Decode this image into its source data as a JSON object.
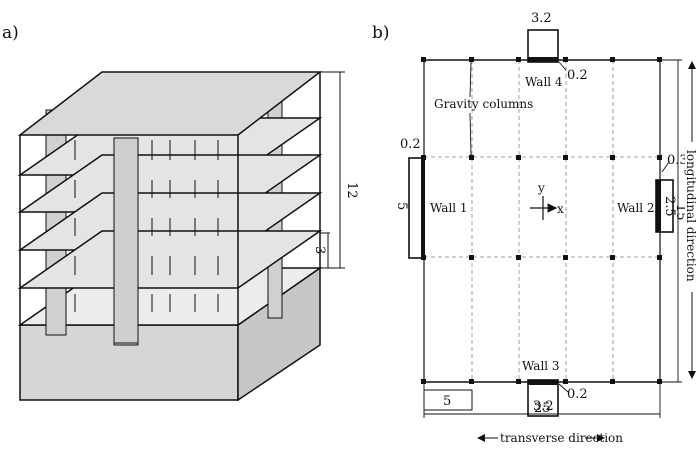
{
  "panel_a": {
    "label": "a)",
    "dims": {
      "total_height": "12",
      "storey_height": "3"
    }
  },
  "panel_b": {
    "label": "b)",
    "gravity_columns_label": "Gravity columns",
    "walls": {
      "wall1": "Wall 1",
      "wall2": "Wall 2",
      "wall3": "Wall 3",
      "wall4": "Wall 4"
    },
    "dims": {
      "top_wall_width": "3.2",
      "top_wall_thickness": "0.2",
      "left_wall_thickness": "0.2",
      "left_wall_length": "5",
      "right_wall_thickness": "0.3",
      "right_wall_length": "2.5",
      "plan_depth": "15",
      "bottom_wall_width": "3.2",
      "bottom_wall_thickness": "0.2",
      "bay_width": "5",
      "plan_width": "25"
    },
    "axes": {
      "y": "y",
      "x": "x"
    },
    "transverse_label": "transverse direction",
    "longitudinal_label": "longitudinal direction"
  }
}
